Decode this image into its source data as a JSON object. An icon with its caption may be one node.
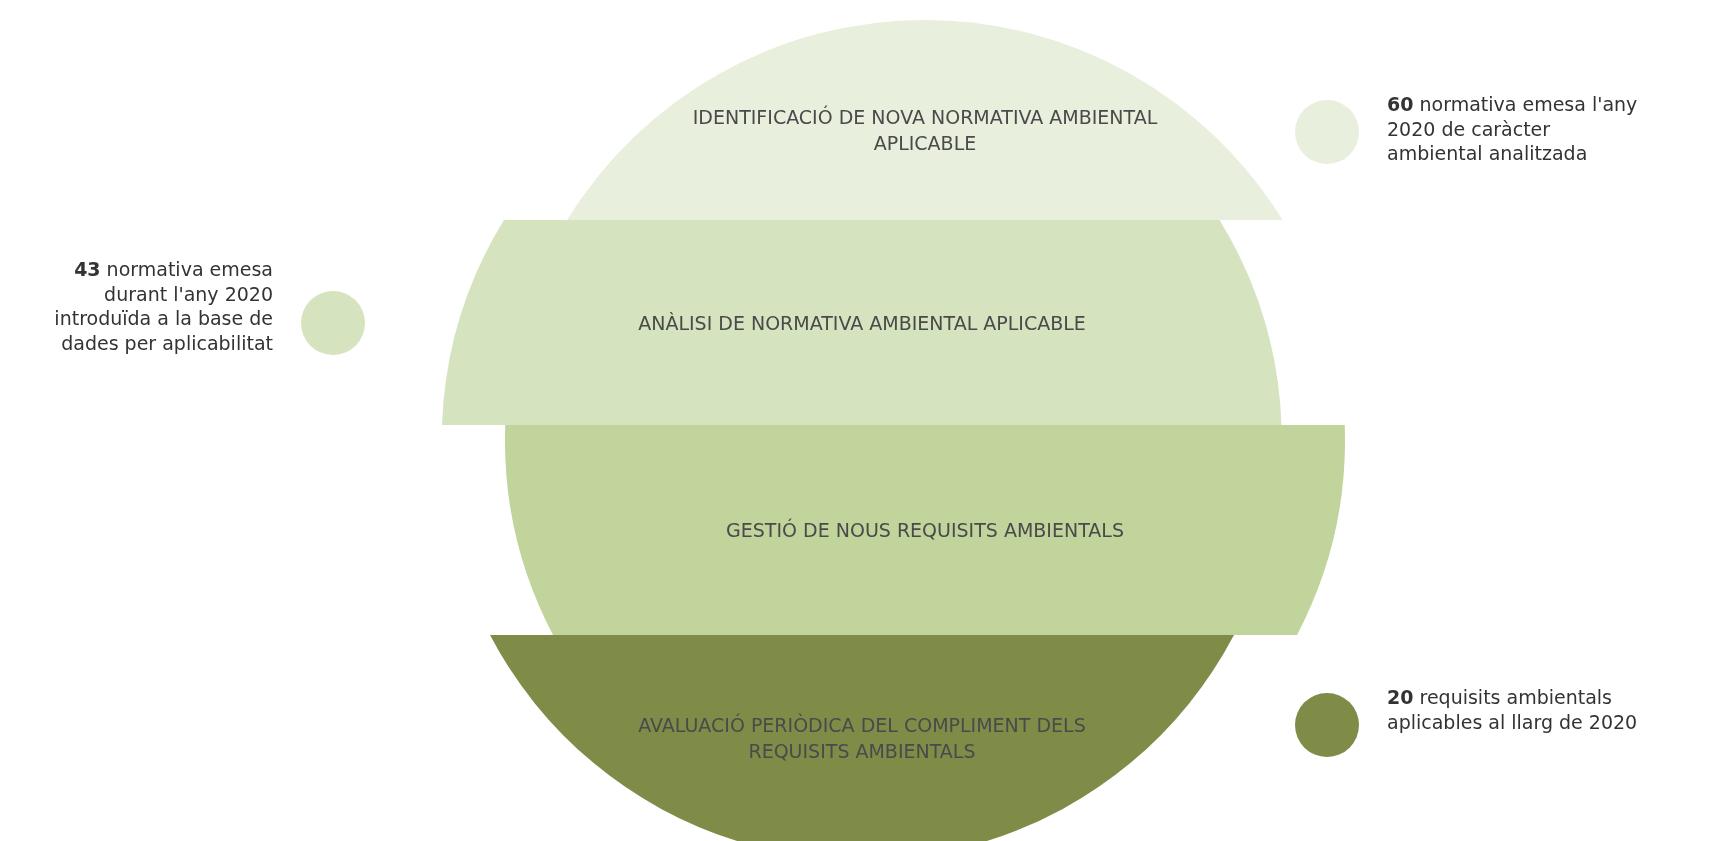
{
  "diagram": {
    "nodes": [
      {
        "text": [
          "IDENTIFICACIÓ DE NOVA NORMATIVA AMBIENTAL APLICABLE"
        ]
      },
      {
        "text": [
          "ANÀLISI DE NORMATIVA AMBIENTAL APLICABLE"
        ]
      },
      {
        "text": [
          "GESTIÓ DE NOUS REQUISITS AMBIENTALS"
        ]
      },
      {
        "text": [
          "AVALUACIÓ PERIÒDICA DEL COMPLIMENT DELS REQUISITS AMBIENTALS"
        ]
      },
      {
        "text": [],
        "shape": "circle",
        "beside": [
          "**60** normativa emesa l'any 2020 de caràcter ambiental analitzada"
        ]
      },
      {
        "text": [],
        "shape": "circle",
        "beside": [
          "**43** normativa emesa durant l'any 2020 introduïda a la base de dades per aplicabilitat"
        ]
      },
      {
        "text": [],
        "shape": "circle",
        "beside": [
          "**20** requisits ambientals aplicables al llarg de 2020"
        ]
      }
    ],
    "edges": []
  }
}
